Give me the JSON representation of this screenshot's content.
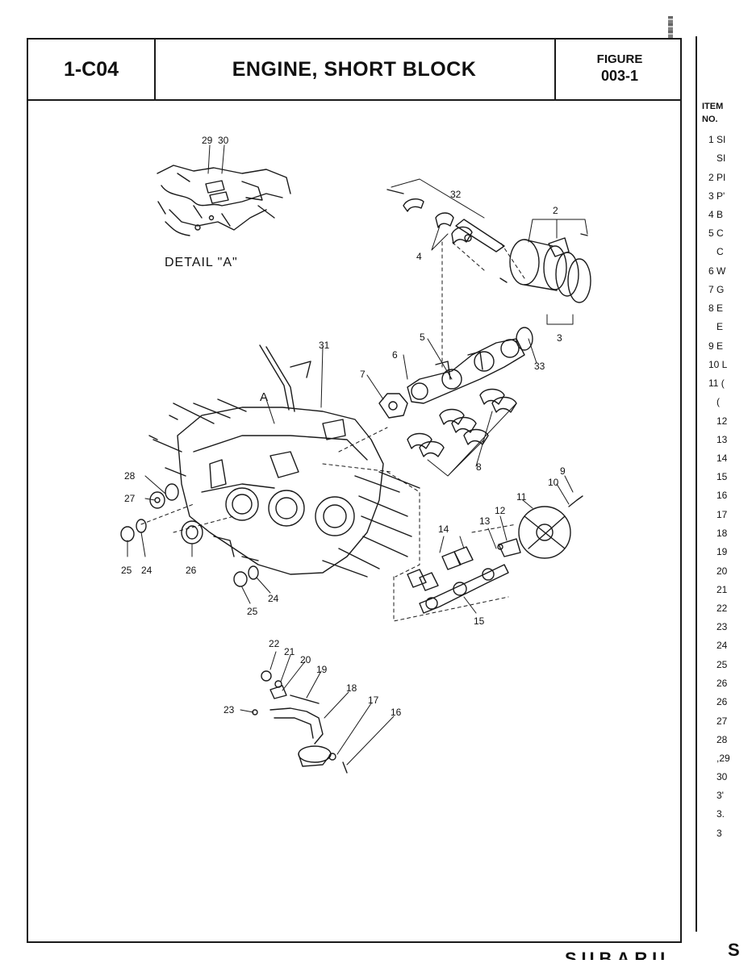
{
  "header": {
    "code": "1-C04",
    "title": "ENGINE, SHORT BLOCK",
    "figure_label": "FIGURE",
    "figure_number": "003-1"
  },
  "diagram": {
    "detail_label": "DETAIL \"A\"",
    "detail_marker": "A",
    "callouts": [
      "29",
      "30",
      "32",
      "2",
      "4",
      "3",
      "33",
      "5",
      "6",
      "7",
      "31",
      "28",
      "27",
      "25",
      "24",
      "26",
      "25",
      "24",
      "8",
      "9",
      "10",
      "11",
      "12",
      "13",
      "14",
      "15",
      "22",
      "21",
      "20",
      "19",
      "18",
      "17",
      "16",
      "23"
    ]
  },
  "right_sheet": {
    "header": [
      "ITEM",
      "NO."
    ],
    "rows": [
      "1  SI",
      "SI",
      "2  PI",
      "3  P'",
      "4  B",
      "5  C",
      "C",
      "6  W",
      "7  G",
      "8  E",
      "E",
      "9  E",
      "10  L",
      "11  (",
      "(",
      "12",
      "13",
      "14",
      "15",
      "16",
      "17",
      "18",
      "19",
      "20",
      "21",
      "22",
      "23",
      "24",
      "25",
      "26",
      "26",
      "27",
      "28",
      ",29",
      "30",
      "3'",
      "3.",
      "3"
    ],
    "brand_partial": "SUBARU",
    "brand_corner": "S"
  }
}
